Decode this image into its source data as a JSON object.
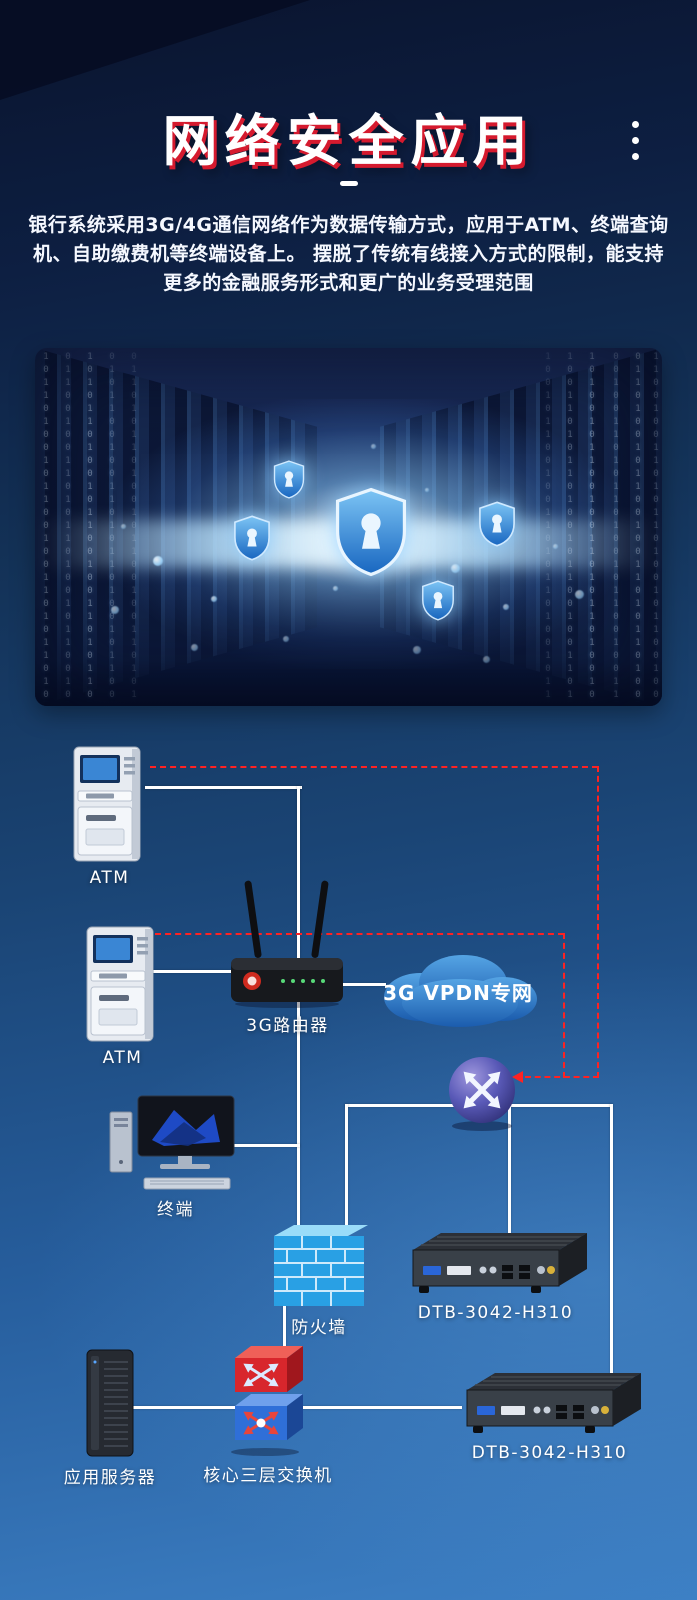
{
  "header": {
    "title": "网络安全应用",
    "title_accent_color": "#e8192c",
    "menu_icon": "vertical-ellipsis",
    "divider_symbol": "-",
    "paragraph": "银行系统采用3G/4G通信网络作为数据传输方式，应用于ATM、终端查询机、自助缴费机等终端设备上。 摆脱了传统有线接入方式的限制，能支持更多的金融服务形式和更广的业务受理范围"
  },
  "hero": {
    "description": "server-room-with-security-shields",
    "shield_icon": "shield-keyhole",
    "binary_sample": "1011010010110010011010110100101100100110101101001011001001101011010010110010011010110100101100100110"
  },
  "diagram": {
    "nodes": [
      {
        "id": "atm-top",
        "label": "ATM",
        "icon": "atm-machine"
      },
      {
        "id": "atm-bottom",
        "label": "ATM",
        "icon": "atm-machine"
      },
      {
        "id": "router-3g",
        "label": "3G路由器",
        "icon": "wireless-router"
      },
      {
        "id": "vpdn-cloud",
        "label": "3G VPDN专网",
        "icon": "network-cloud"
      },
      {
        "id": "core-router",
        "label": "",
        "icon": "router-sphere"
      },
      {
        "id": "terminal",
        "label": "终端",
        "icon": "desktop-computer"
      },
      {
        "id": "firewall",
        "label": "防火墙",
        "icon": "firewall-wall"
      },
      {
        "id": "embedded-pc-top",
        "label": "DTB-3042-H310",
        "icon": "embedded-pc"
      },
      {
        "id": "app-server",
        "label": "应用服务器",
        "icon": "tower-server"
      },
      {
        "id": "core-switch",
        "label": "核心三层交换机",
        "icon": "layer3-switch"
      },
      {
        "id": "embedded-pc-bottom",
        "label": "DTB-3042-H310",
        "icon": "embedded-pc"
      }
    ],
    "colors": {
      "link_line": "#ffffff",
      "vpn_dashed_line": "#ff2222",
      "cloud_fill": "#2a7fd0",
      "firewall_brick": "#29a0e4",
      "sphere_fill": "#5a5ab8"
    }
  }
}
